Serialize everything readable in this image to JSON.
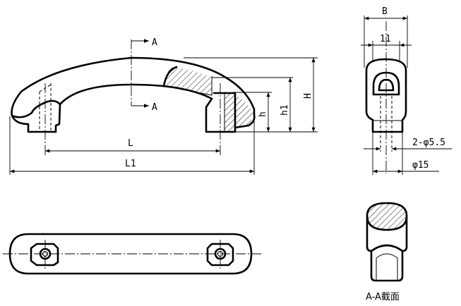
{
  "labels": {
    "section_top": "A",
    "section_bottom": "A",
    "dim_L": "L",
    "dim_L1": "L1",
    "dim_h": "h",
    "dim_h1": "h1",
    "dim_H": "H",
    "dim_B": "B",
    "dim_11": "11",
    "dim_hole": "2-φ5.5",
    "dim_dia15": "φ15",
    "section_caption": "A-A截面"
  }
}
